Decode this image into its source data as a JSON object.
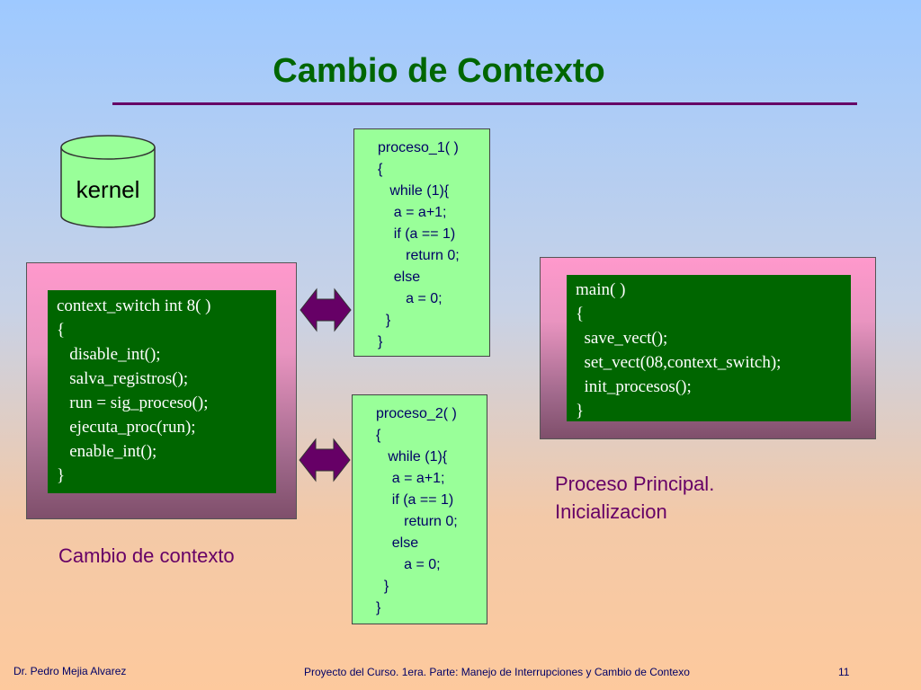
{
  "slide": {
    "title": "Cambio de Contexto",
    "kernel_label": "kernel",
    "context_switch_code": "context_switch int 8( )\n{\n   disable_int();\n   salva_registros();\n   run = sig_proceso();\n   ejecuta_proc(run);\n   enable_int();\n}",
    "proceso1_code": "proceso_1( )\n{\n   while (1){\n    a = a+1;\n    if (a == 1)\n       return 0;\n    else\n       a = 0;\n  }\n}",
    "proceso2_code": "proceso_2( )\n{\n   while (1){\n    a = a+1;\n    if (a == 1)\n       return 0;\n    else\n       a = 0;\n  }\n}",
    "main_code": "main( )\n{\n  save_vect();\n  set_vect(08,context_switch);\n  init_procesos();\n}",
    "caption_context": "Cambio de contexto",
    "caption_main_line1": "Proceso Principal.",
    "caption_main_line2": "Inicializacion"
  },
  "footer": {
    "author": "Dr. Pedro Mejia Alvarez",
    "course": "Proyecto del Curso. 1era. Parte: Manejo de Interrupciones y Cambio de Contexo",
    "page": "11"
  },
  "colors": {
    "title": "#006600",
    "rule": "#660066",
    "code_bg": "#006600",
    "process_bg": "#99ff99",
    "arrow": "#660066"
  }
}
